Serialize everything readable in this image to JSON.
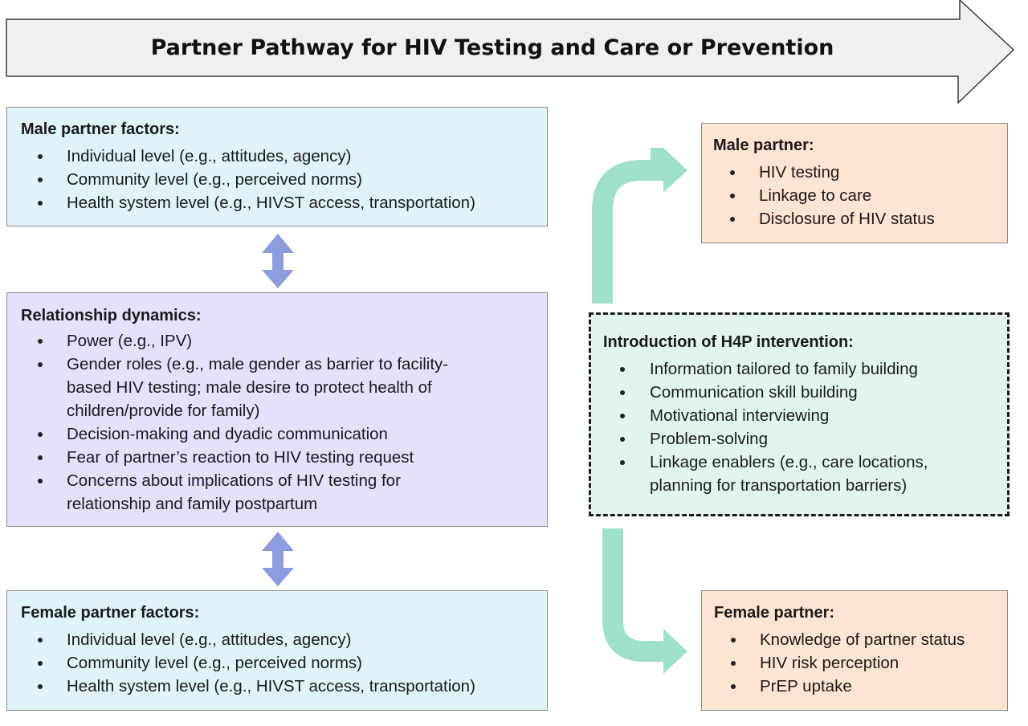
{
  "banner": {
    "title": "Partner Pathway for HIV Testing and Care or Prevention"
  },
  "male_factors": {
    "title": "Male partner factors:",
    "items": [
      "Individual level (e.g., attitudes, agency)",
      "Community level (e.g., perceived norms)",
      "Health system level (e.g., HIVST access, transportation)"
    ]
  },
  "relationship": {
    "title": "Relationship dynamics:",
    "items": [
      "Power (e.g., IPV)",
      "Gender roles (e.g., male gender as barrier to facility-based HIV testing; male desire to protect health of children/provide for family)",
      "Decision-making and dyadic communication",
      "Fear of partner’s reaction to HIV testing request",
      "Concerns about implications of HIV testing for relationship and family postpartum"
    ]
  },
  "female_factors": {
    "title": "Female partner factors:",
    "items": [
      "Individual level (e.g., attitudes, agency)",
      "Community level (e.g., perceived norms)",
      "Health system level (e.g., HIVST access, transportation)"
    ]
  },
  "intervention": {
    "title": "Introduction of H4P intervention:",
    "items": [
      "Information tailored to family building",
      "Communication skill building",
      "Motivational interviewing",
      "Problem-solving",
      "Linkage enablers (e.g., care locations, planning for transportation barriers)"
    ]
  },
  "male_outcome": {
    "title": "Male partner:",
    "items": [
      "HIV testing",
      "Linkage to care",
      "Disclosure of HIV status"
    ]
  },
  "female_outcome": {
    "title": "Female partner:",
    "items": [
      "Knowledge of partner status",
      "HIV risk perception",
      "PrEP uptake"
    ]
  },
  "colors": {
    "factor_box": "#e0f3fb",
    "relationship_box": "#e5e1fb",
    "outcome_box": "#fde4d3",
    "intervention_box": "#e3f4ee",
    "double_arrow": "#8f9bdf",
    "flow_arrow": "#9fe0cc"
  }
}
